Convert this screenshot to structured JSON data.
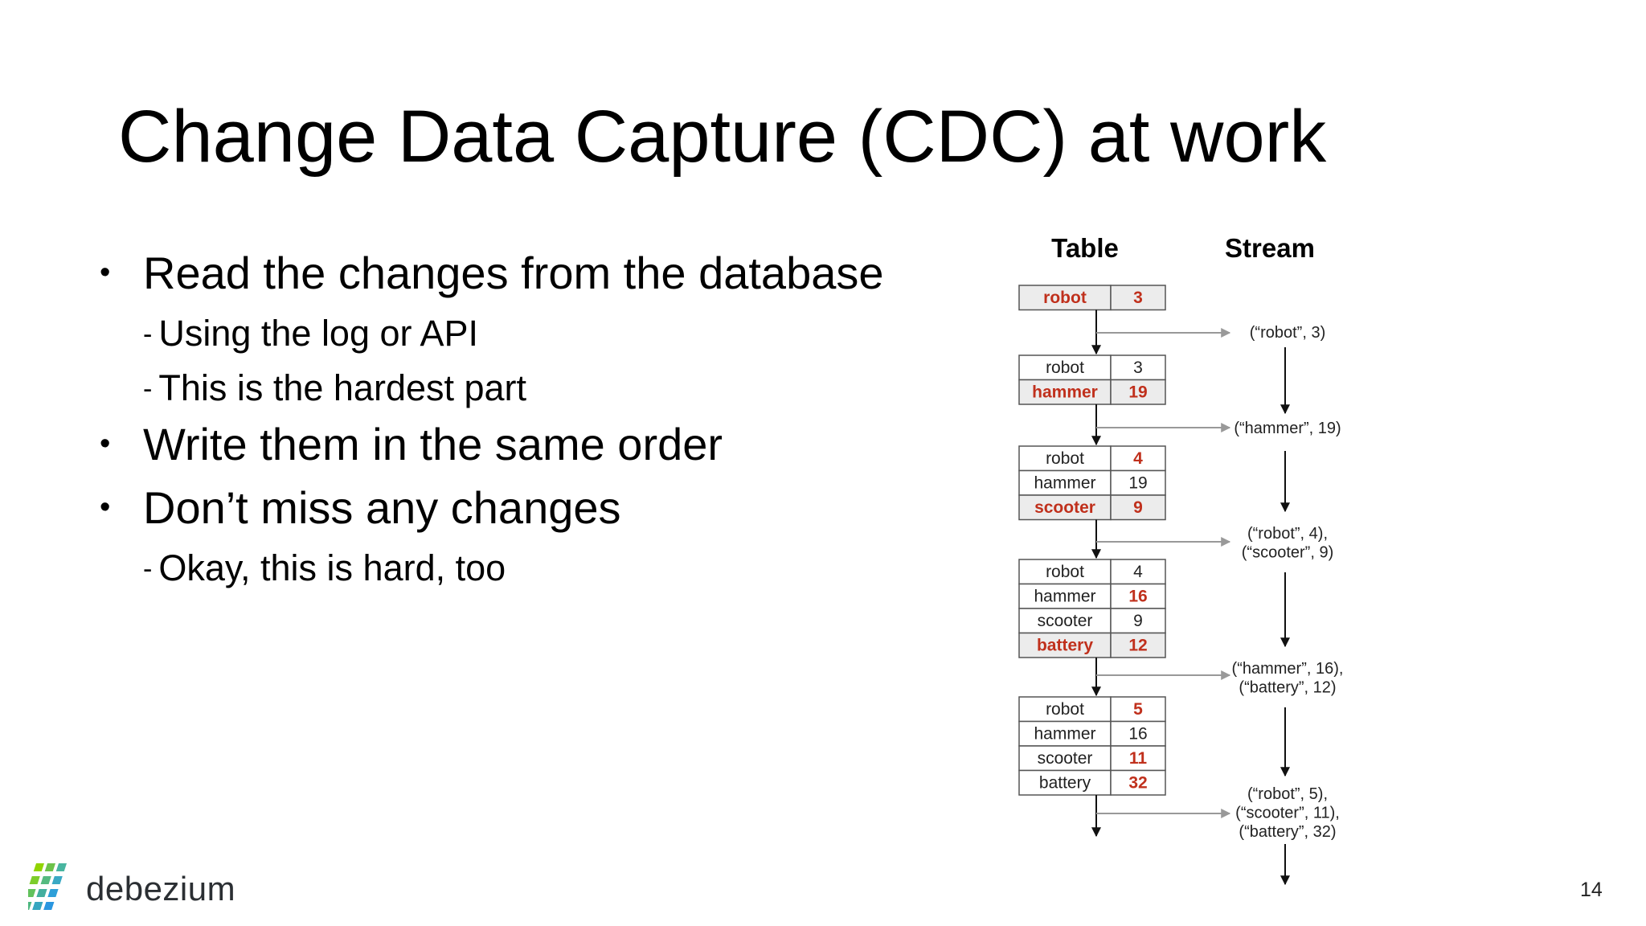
{
  "slide": {
    "title": "Change Data Capture (CDC) at work",
    "page_number": "14"
  },
  "bullets": [
    {
      "level": 1,
      "text": "Read the changes from the database"
    },
    {
      "level": 2,
      "text": "Using the log or API"
    },
    {
      "level": 2,
      "text": "This is the hardest part"
    },
    {
      "level": 1,
      "text": "Write them in the same order"
    },
    {
      "level": 1,
      "text": "Don’t miss any changes"
    },
    {
      "level": 2,
      "text": "Okay, this is hard, too"
    }
  ],
  "logo": {
    "text": "debezium",
    "icon": "debezium-logo-icon"
  },
  "diagram": {
    "headers": {
      "table": "Table",
      "stream": "Stream"
    },
    "colors": {
      "highlight": "#c0301c",
      "border": "#555555",
      "arrow": "#111111",
      "stream_arrow": "#999999"
    },
    "tables": [
      {
        "rows": [
          {
            "key": "robot",
            "value": "3",
            "changed": true
          }
        ]
      },
      {
        "rows": [
          {
            "key": "robot",
            "value": "3",
            "changed": false
          },
          {
            "key": "hammer",
            "value": "19",
            "changed": true
          }
        ]
      },
      {
        "rows": [
          {
            "key": "robot",
            "value": "4",
            "changed": false,
            "value_changed": true
          },
          {
            "key": "hammer",
            "value": "19",
            "changed": false
          },
          {
            "key": "scooter",
            "value": "9",
            "changed": true
          }
        ]
      },
      {
        "rows": [
          {
            "key": "robot",
            "value": "4",
            "changed": false
          },
          {
            "key": "hammer",
            "value": "16",
            "changed": false,
            "value_changed": true
          },
          {
            "key": "scooter",
            "value": "9",
            "changed": false
          },
          {
            "key": "battery",
            "value": "12",
            "changed": true
          }
        ]
      },
      {
        "rows": [
          {
            "key": "robot",
            "value": "5",
            "changed": false,
            "value_changed": true
          },
          {
            "key": "hammer",
            "value": "16",
            "changed": false
          },
          {
            "key": "scooter",
            "value": "11",
            "changed": false,
            "value_changed": true
          },
          {
            "key": "battery",
            "value": "32",
            "changed": false,
            "value_changed": true
          }
        ]
      }
    ],
    "events": [
      {
        "lines": [
          "(“robot”, 3)"
        ]
      },
      {
        "lines": [
          "(“hammer”, 19)"
        ]
      },
      {
        "lines": [
          "(“robot”, 4),",
          "(“scooter”, 9)"
        ]
      },
      {
        "lines": [
          "(“hammer”, 16),",
          "(“battery”, 12)"
        ]
      },
      {
        "lines": [
          "(“robot”, 5),",
          "(“scooter”, 11),",
          "(“battery”, 32)"
        ]
      }
    ]
  }
}
